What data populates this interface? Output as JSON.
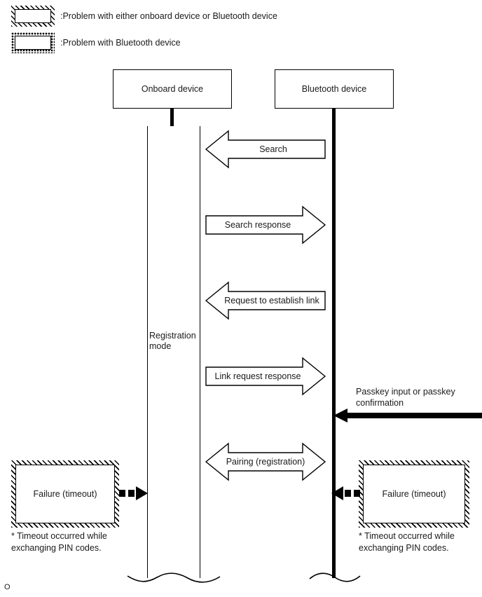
{
  "legend": {
    "items": [
      {
        "icon": "hatched-box-icon",
        "label": ":Problem with either onboard device or Bluetooth device"
      },
      {
        "icon": "dotted-box-icon",
        "label": ":Problem with Bluetooth device"
      }
    ]
  },
  "lifelines": {
    "onboard": {
      "title": "Onboard device",
      "state_label": "Registration\nmode"
    },
    "bluetooth": {
      "title": "Bluetooth device"
    }
  },
  "messages": [
    {
      "label": "Search",
      "direction": "left"
    },
    {
      "label": "Search response",
      "direction": "right"
    },
    {
      "label": "Request to establish link",
      "direction": "left"
    },
    {
      "label": "Link request response",
      "direction": "right"
    },
    {
      "label": "Pairing (registration)",
      "direction": "both"
    }
  ],
  "passkey": {
    "label": "Passkey input or passkey\nconfirmation",
    "direction": "left"
  },
  "failures": {
    "onboard": {
      "label": "Failure (timeout)",
      "note": "* Timeout occurred while\nexchanging PIN codes."
    },
    "bluetooth": {
      "label": "Failure (timeout)",
      "note": "* Timeout occurred while\nexchanging PIN codes."
    }
  },
  "corner_mark": "O"
}
